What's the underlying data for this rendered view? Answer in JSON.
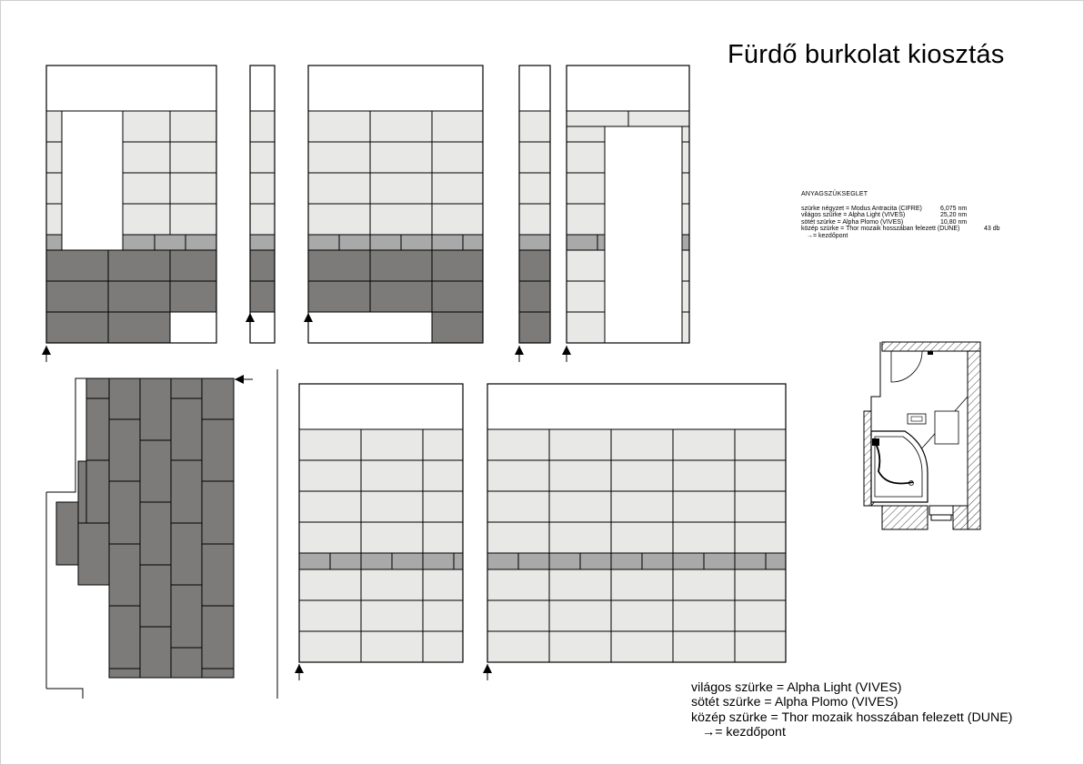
{
  "title": "Fürdő burkolat kiosztás",
  "requirements": {
    "heading": "ANYAGSZÜKSEGLET",
    "rows": [
      {
        "label": "szürke négyzet = Modus Antracita (CIFRE)",
        "qty": "6,075 nm"
      },
      {
        "label": "világos szürke  = Alpha Light (VIVES)",
        "qty": "25,20 nm"
      },
      {
        "label": "sötét szürke  = Alpha Plomo (VIVES)",
        "qty": "10,80 nm"
      },
      {
        "label": "közép szürke = Thor mozaik hosszában felezett (DUNE)",
        "qty": "43 db"
      }
    ],
    "marker": "→= kezdőpont"
  },
  "legend": {
    "light": "világos szürke  = Alpha Light (VIVES)",
    "dark": "sötét szürke   = Alpha Plomo (VIVES)",
    "mid": "közép szürke = Thor mozaik hosszában felezett (DUNE)",
    "marker": "→= kezdőpont"
  },
  "colors": {
    "light": "#e8e8e6",
    "dark": "#7d7b7a",
    "mid": "#a9a9a9",
    "line": "#000000",
    "plan_hatch": "#444444"
  }
}
